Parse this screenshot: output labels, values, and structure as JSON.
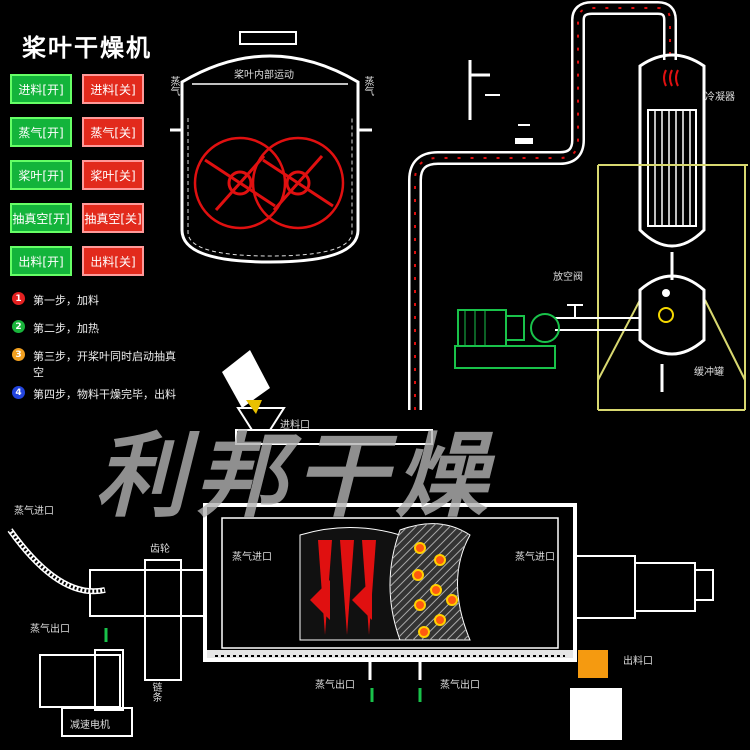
{
  "title": "桨叶干燥机",
  "buttons": [
    {
      "label": "进料[开]",
      "state": "on"
    },
    {
      "label": "进料[关]",
      "state": "off"
    },
    {
      "label": "蒸气[开]",
      "state": "on"
    },
    {
      "label": "蒸气[关]",
      "state": "off"
    },
    {
      "label": "桨叶[开]",
      "state": "on"
    },
    {
      "label": "桨叶[关]",
      "state": "off"
    },
    {
      "label": "抽真空[开]",
      "state": "on"
    },
    {
      "label": "抽真空[关]",
      "state": "off"
    },
    {
      "label": "出料[开]",
      "state": "on"
    },
    {
      "label": "出料[关]",
      "state": "off"
    }
  ],
  "steps": [
    {
      "num": "1",
      "text": "第一步，加料",
      "color": "#e32020"
    },
    {
      "num": "2",
      "text": "第二步，加热",
      "color": "#19b43b"
    },
    {
      "num": "3",
      "text": "第三步，开桨叶同时启动抽真空",
      "color": "#f2a020"
    },
    {
      "num": "4",
      "text": "第四步，物料干燥完毕，出料",
      "color": "#2244dd"
    }
  ],
  "labels": {
    "inner_motion": "桨叶内部运动",
    "steam_left": "蒸气",
    "steam_right": "蒸气",
    "condenser": "冷凝器",
    "vent_valve": "放空阀",
    "buffer_tank": "缓冲罐",
    "feed_port": "进料口",
    "steam_inlet_left": "蒸气进口",
    "steam_inlet_top_left": "蒸气进口",
    "steam_inlet_top_right": "蒸气进口",
    "gear": "齿轮",
    "steam_outlet_left": "蒸气出口",
    "steam_outlet_mid": "蒸气出口",
    "steam_outlet_right": "蒸气出口",
    "discharge": "出料口",
    "reducer_motor": "减速电机",
    "chain": "链条"
  },
  "watermark": "利邦干燥",
  "colors": {
    "on": "#13b43b",
    "off": "#e22a1c",
    "pipe": "#ffffff",
    "accent": "#e01010",
    "frame": "#d8d870",
    "pump": "#19c24a"
  }
}
